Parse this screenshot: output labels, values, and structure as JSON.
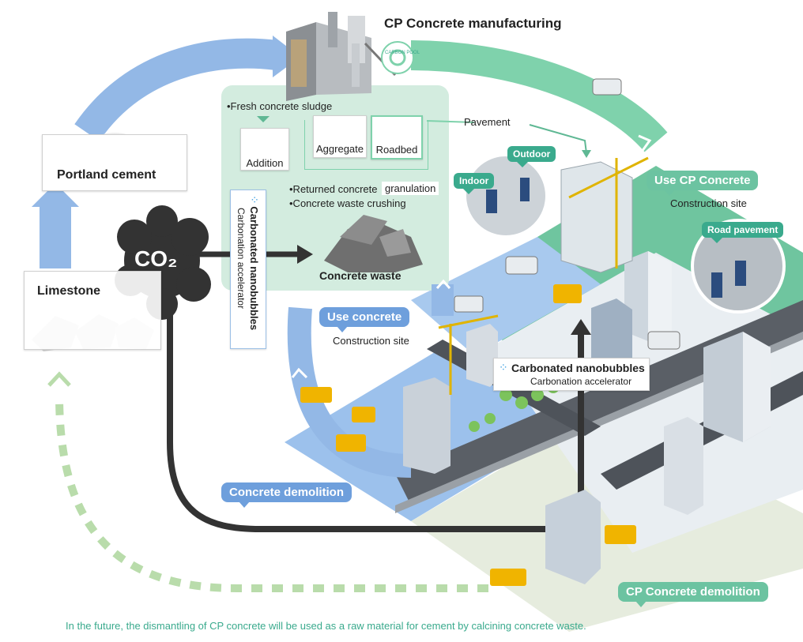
{
  "title": "CP Concrete manufacturing",
  "badge": "CARBON POOL",
  "labels": {
    "portland_cement": "Portland cement",
    "limestone": "Limestone",
    "co2": "CO₂",
    "fresh_sludge": "•Fresh concrete sludge",
    "addition": "Addition",
    "aggregate": "Aggregate",
    "roadbed": "Roadbed",
    "pavement": "Pavement",
    "returned_concrete": "•Returned concrete",
    "granulation": "granulation",
    "waste_crushing": "•Concrete waste crushing",
    "concrete_waste": "Concrete waste",
    "nano_title": "Carbonated nanobubbles",
    "nano_sub": "Carbonation accelerator",
    "nano2_title": "Carbonated nanobubbles",
    "nano2_sub": "Carbonation accelerator"
  },
  "tags": {
    "use_cp_concrete": "Use CP Concrete",
    "use_cp_site": "Construction site",
    "use_concrete": "Use concrete",
    "use_concrete_site": "Construction site",
    "concrete_demolition": "Concrete demolition",
    "cp_concrete_demolition": "CP Concrete demolition",
    "indoor": "Indoor",
    "outdoor": "Outdoor",
    "road_pavement": "Road pavement"
  },
  "footer": "In the future, the dismantling of CP concrete will be used as a raw material for cement by calcining concrete waste.",
  "colors": {
    "green_arrow": "#7fd2ac",
    "blue_arrow": "#93b8e6",
    "panel_green": "#d3ecdf",
    "dark_arrow": "#333333",
    "dashed": "#b9dcab",
    "footer_text": "#3aaa8d"
  }
}
